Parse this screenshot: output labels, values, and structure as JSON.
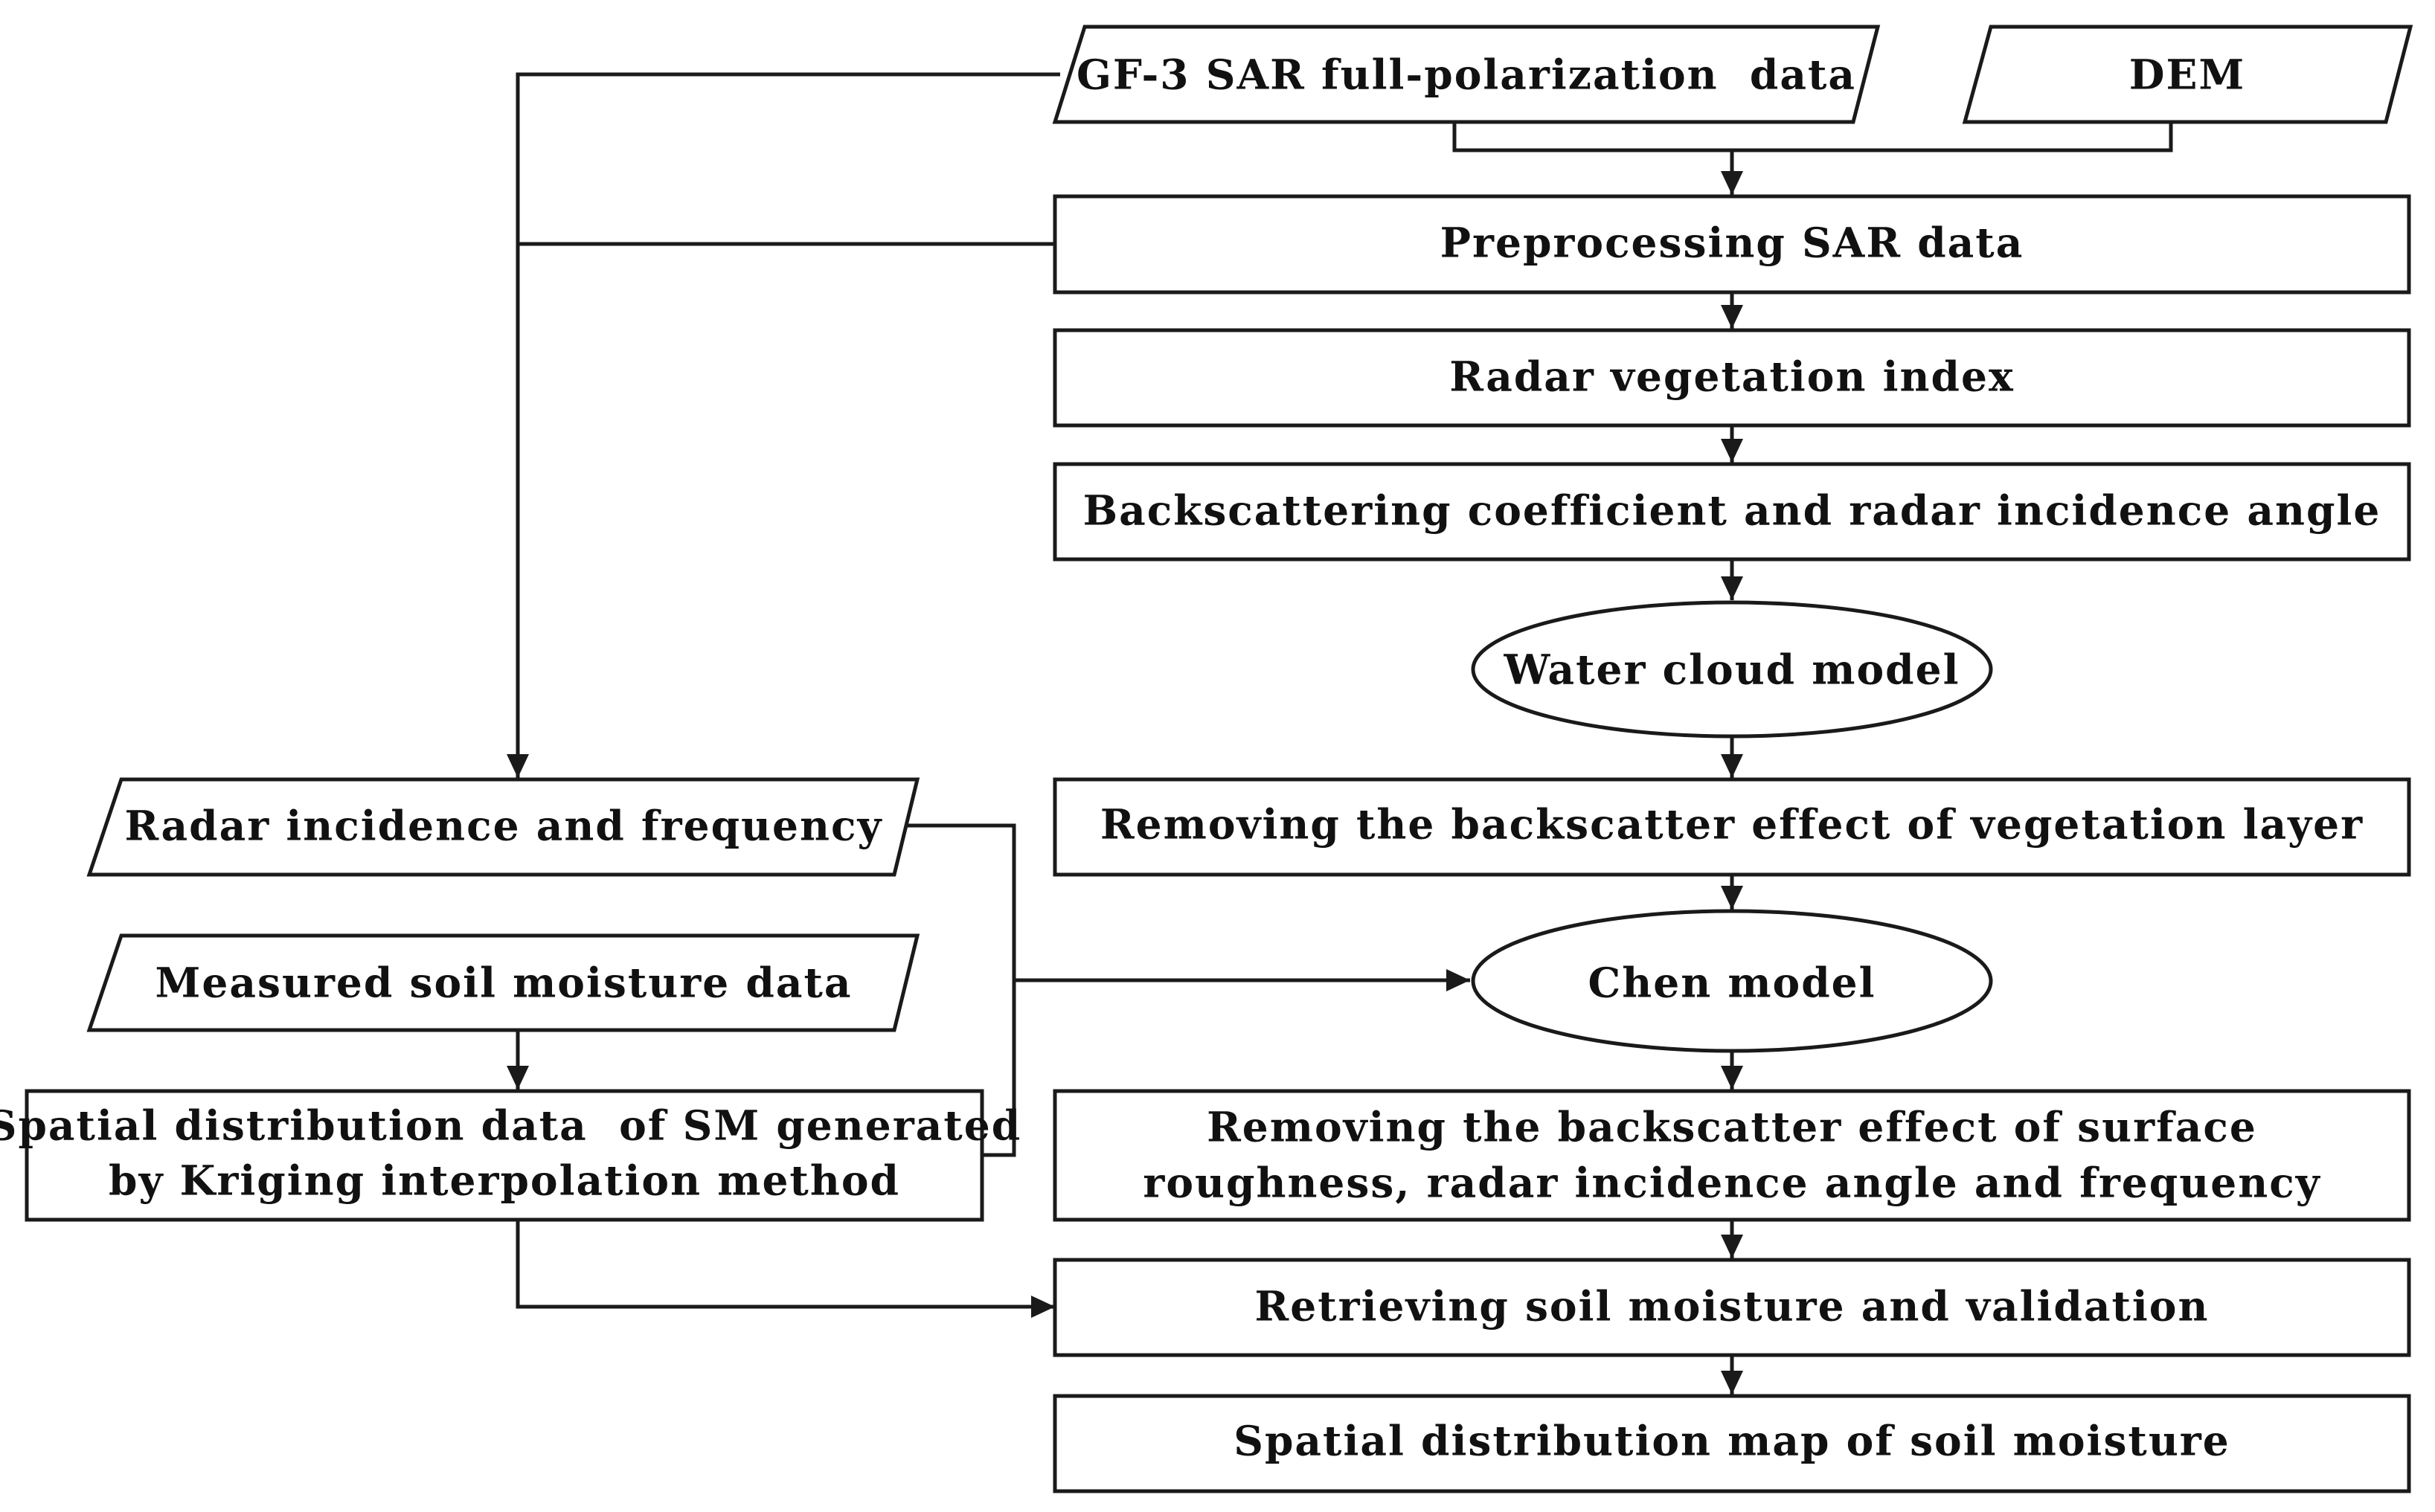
{
  "nodes": {
    "gf3_data": "GF-3 SAR full-polarization  data",
    "dem": "DEM",
    "preprocessing": "Preprocessing SAR data",
    "rvi": "Radar vegetation index",
    "backscatter_coef": "Backscattering coefficient and radar incidence angle",
    "water_cloud": "Water cloud model",
    "remove_vegetation": "Removing the backscatter effect of vegetation layer",
    "chen_model": "Chen model",
    "remove_roughness": {
      "line1": "Removing the backscatter effect of surface",
      "line2": "roughness, radar incidence angle and frequency"
    },
    "retrieving": "Retrieving soil moisture and validation",
    "map": "Spatial distribution map of soil moisture",
    "radar_incidence_freq": "Radar incidence and frequency",
    "measured_sm": "Measured soil moisture data",
    "kriging": {
      "line1": "Spatial distribution data  of SM generated",
      "line2": "by Kriging interpolation method"
    }
  }
}
